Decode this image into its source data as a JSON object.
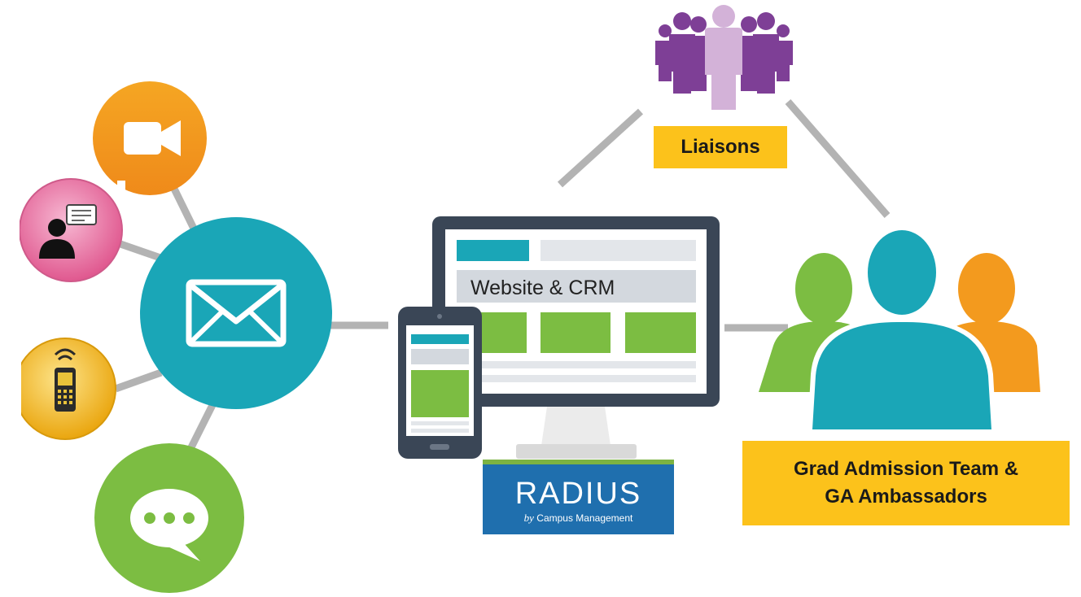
{
  "diagram": {
    "screen_label": "Website & CRM",
    "brand": {
      "name": "RADIUS",
      "by": "by",
      "company": "Campus Management"
    },
    "liaisons_label": "Liaisons",
    "team_label_line1": "Grad Admission Team &",
    "team_label_line2": "GA Ambassadors"
  },
  "colors": {
    "teal": "#1aa6b7",
    "orange": "#f39a1e",
    "pink": "#e86aa0",
    "yellow": "#f2b51a",
    "green": "#7cbd42",
    "purple": "#7e3f96",
    "light_purple": "#c9a0cf",
    "label_bg": "#fcc21b",
    "monitor": "#3a4656",
    "connector": "#b3b3b3",
    "radius_blue": "#1f6fae"
  },
  "icons": [
    "video-camera-icon",
    "presenter-icon",
    "mobile-phone-icon",
    "envelope-icon",
    "chat-bubble-icon",
    "crowd-icon",
    "team-icon"
  ]
}
